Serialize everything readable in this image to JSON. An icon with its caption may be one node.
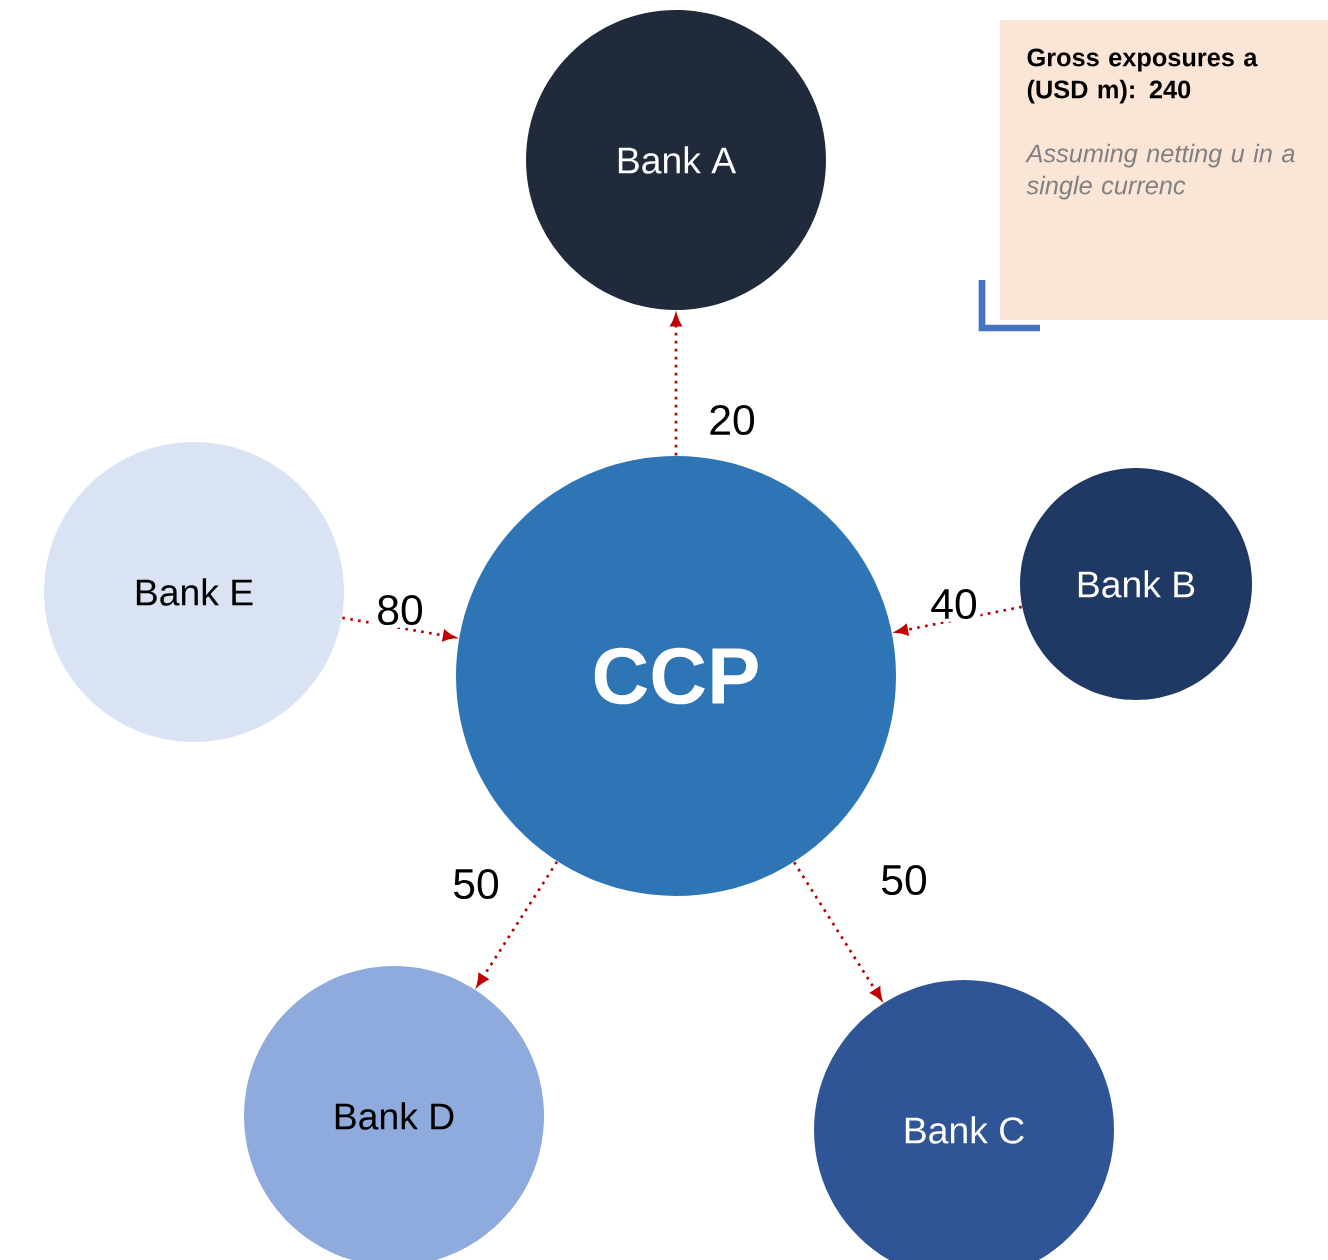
{
  "diagram": {
    "nodes": [
      {
        "text": [
          "Bank A"
        ]
      },
      {
        "text": [
          "Gross exposures a (USD m): 240",
          "Assuming netting u in a single currenc"
        ]
      },
      {
        "text": [
          "Bank E"
        ]
      },
      {
        "text": [
          "CCP"
        ]
      },
      {
        "text": [
          "Bank B"
        ]
      },
      {
        "text": [
          "Bank D"
        ]
      },
      {
        "text": [
          "Bank C"
        ]
      }
    ],
    "edges": [
      {
        "from": 3,
        "to": 0,
        "arrow": "to",
        "label": "20"
      },
      {
        "from": 4,
        "to": 3,
        "arrow": "to",
        "label": "40"
      },
      {
        "from": 2,
        "to": 3,
        "arrow": "to",
        "label": "80"
      },
      {
        "from": 3,
        "to": 5,
        "arrow": "to",
        "label": "50"
      },
      {
        "from": 3,
        "to": 6,
        "arrow": "to",
        "label": "50"
      }
    ]
  }
}
